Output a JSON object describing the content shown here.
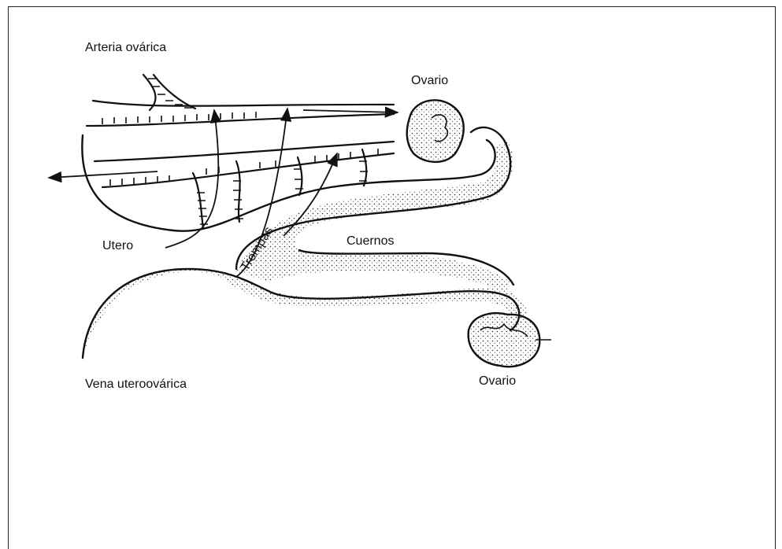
{
  "labels": {
    "arteria_ovarica": "Arteria ovárica",
    "ovario_top": "Ovario",
    "utero": "Utero",
    "trompas": "Trompas",
    "cuernos": "Cuernos",
    "vena": "Vena uteroovárica",
    "ovario_bottom": "Ovario"
  }
}
